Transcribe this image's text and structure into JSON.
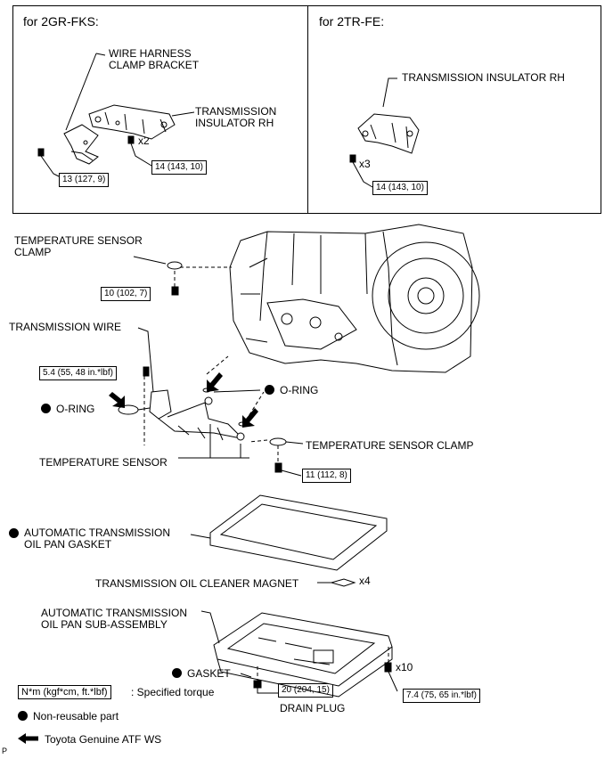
{
  "top_panels": {
    "left_title": "for 2GR-FKS:",
    "right_title": "for 2TR-FE:",
    "left": {
      "wire_harness_bracket": "WIRE HARNESS\nCLAMP BRACKET",
      "insulator": "TRANSMISSION\nINSULATOR RH",
      "qty": "x2",
      "torque_a": "14 (143, 10)",
      "torque_b": "13 (127, 9)"
    },
    "right": {
      "insulator": "TRANSMISSION INSULATOR RH",
      "qty": "x3",
      "torque": "14 (143, 10)"
    }
  },
  "main": {
    "temp_sensor_clamp_top": "TEMPERATURE SENSOR\nCLAMP",
    "torque_clamp": "10 (102, 7)",
    "transmission_wire": "TRANSMISSION WIRE",
    "torque_wire": "5.4 (55, 48 in.*lbf)",
    "oring_left": "O-RING",
    "oring_right": "O-RING",
    "temp_sensor_clamp_right": "TEMPERATURE SENSOR CLAMP",
    "temp_sensor": "TEMPERATURE SENSOR",
    "torque_sensor": "11 (112, 8)",
    "oil_pan_gasket": "AUTOMATIC TRANSMISSION\nOIL PAN GASKET",
    "magnet": "TRANSMISSION OIL CLEANER MAGNET",
    "magnet_qty": "x4",
    "oil_pan": "AUTOMATIC TRANSMISSION\nOIL PAN SUB-ASSEMBLY",
    "gasket": "GASKET",
    "pan_qty": "x10",
    "torque_drain": "20 (204, 15)",
    "drain_plug": "DRAIN PLUG",
    "torque_pan": "7.4 (75, 65 in.*lbf)"
  },
  "legend": {
    "torque_unit": "N*m (kgf*cm, ft.*lbf)",
    "torque_desc": ": Specified torque",
    "nonreusable": "Non-reusable part",
    "atf": "Toyota Genuine ATF WS"
  },
  "footer": {
    "corner": "P"
  }
}
